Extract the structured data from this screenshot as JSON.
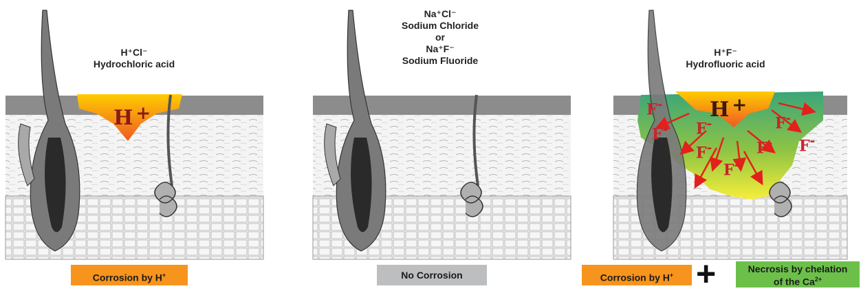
{
  "panels": [
    {
      "caption_line1": "H⁺Cl⁻",
      "caption_line2": "Hydrochloric acid",
      "ion": "H",
      "ion_charge": "+",
      "bar_label": "Corrosion by H",
      "bar_sup": "+"
    },
    {
      "caption_line1": "Na⁺Cl⁻",
      "caption_line2": "Sodium Chloride",
      "caption_line3": "or",
      "caption_line4": "Na⁺F⁻",
      "caption_line5": "Sodium Fluoride",
      "bar_label": "No Corrosion"
    },
    {
      "caption_line1": "H⁺F⁻",
      "caption_line2": "Hydrofluoric acid",
      "ion": "H",
      "ion_charge": "+",
      "fluoride": "F",
      "fluoride_charge": "-",
      "bar_label": "Corrosion by H",
      "bar_sup": "+",
      "plus_sign": "+",
      "bar2_line1": "Necrosis by chelation",
      "bar2_line2": "of the Ca",
      "bar2_sup": "2+"
    }
  ],
  "colors": {
    "acid_top": "#ffcc00",
    "acid_bottom": "#ef5a24",
    "hf_green": "#3aa57a",
    "hf_yellow": "#f7ee3a",
    "arrow": "#e3201b",
    "orange_bar": "#f7941d",
    "gray_bar": "#bcbec0",
    "green_bar": "#6cc04a"
  }
}
